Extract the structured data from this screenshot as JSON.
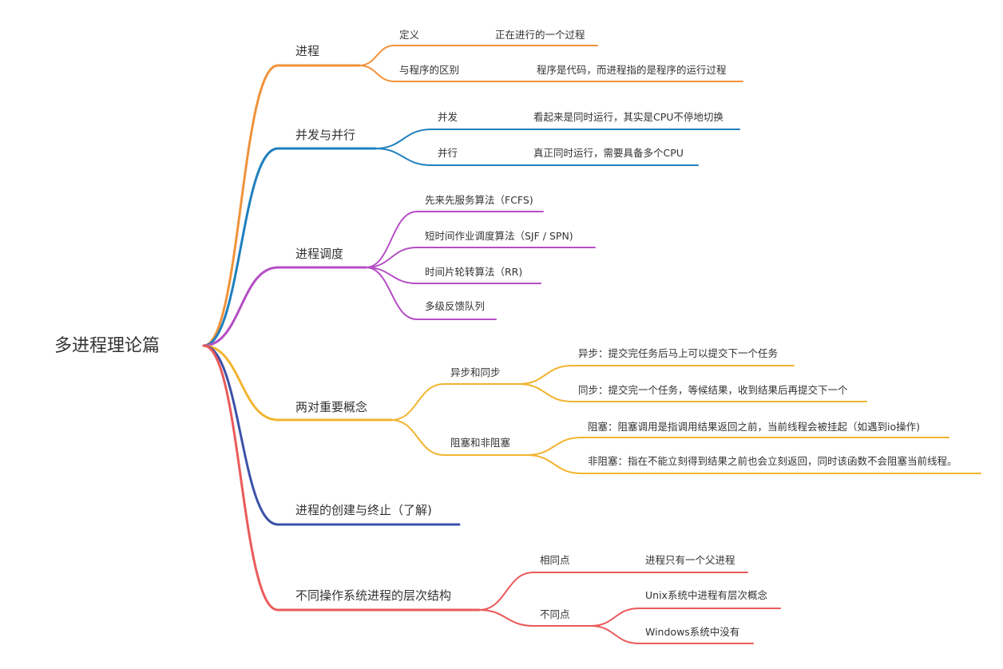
{
  "root": {
    "label": "多进程理论篇"
  },
  "colors": {
    "orange": "#f0923a",
    "blue": "#1f7fbe",
    "purple": "#b54ec4",
    "yellow": "#f2b430",
    "navy": "#3c52a8",
    "red": "#ea5a5a"
  },
  "branches": [
    {
      "label": "进程",
      "color": "orange",
      "children": [
        {
          "label": "定义",
          "child": "正在进行的一个过程"
        },
        {
          "label": "与程序的区别",
          "child": "程序是代码，而进程指的是程序的运行过程"
        }
      ]
    },
    {
      "label": "并发与并行",
      "color": "blue",
      "children": [
        {
          "label": "并发",
          "child": "看起来是同时运行，其实是CPU不停地切换"
        },
        {
          "label": "并行",
          "child": "真正同时运行，需要具备多个CPU"
        }
      ]
    },
    {
      "label": "进程调度",
      "color": "purple",
      "children": [
        {
          "label": "先来先服务算法（FCFS)"
        },
        {
          "label": "短时间作业调度算法（SJF / SPN)"
        },
        {
          "label": "时间片轮转算法（RR)"
        },
        {
          "label": "多级反馈队列"
        }
      ]
    },
    {
      "label": "两对重要概念",
      "color": "yellow",
      "children": [
        {
          "label": "异步和同步",
          "children": [
            "异步：提交完任务后马上可以提交下一个任务",
            "同步：提交完一个任务，等候结果，收到结果后再提交下一个"
          ]
        },
        {
          "label": "阻塞和非阻塞",
          "children": [
            "阻塞：阻塞调用是指调用结果返回之前，当前线程会被挂起（如遇到io操作)",
            "非阻塞：指在不能立刻得到结果之前也会立刻返回，同时该函数不会阻塞当前线程。"
          ]
        }
      ]
    },
    {
      "label": "进程的创建与终止（了解)",
      "color": "navy",
      "children": []
    },
    {
      "label": "不同操作系统进程的层次结构",
      "color": "red",
      "children": [
        {
          "label": "相同点",
          "children": [
            "进程只有一个父进程"
          ]
        },
        {
          "label": "不同点",
          "children": [
            "Unix系统中进程有层次概念",
            "Windows系统中没有"
          ]
        }
      ]
    }
  ]
}
